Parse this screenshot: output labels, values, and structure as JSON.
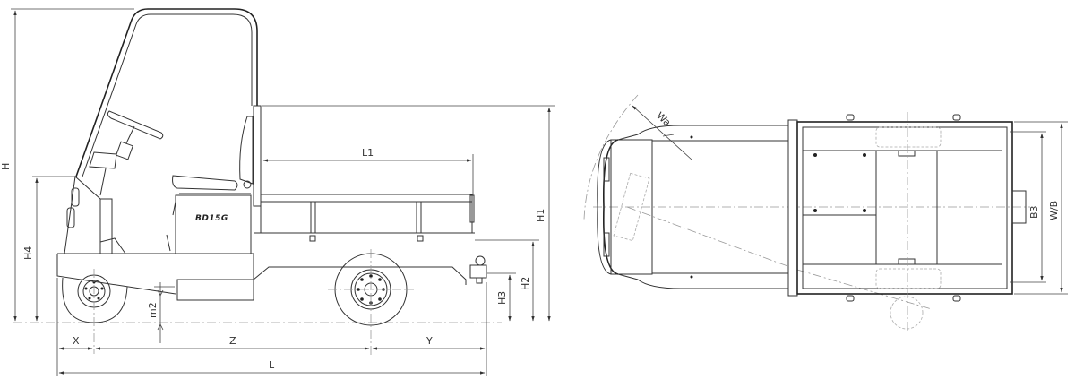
{
  "side_view": {
    "model_label": "BD15G",
    "dimensions": {
      "H": "H",
      "H1": "H1",
      "H2": "H2",
      "H3": "H3",
      "H4": "H4",
      "L": "L",
      "L1": "L1",
      "X": "X",
      "Y": "Y",
      "Z": "Z",
      "m2": "m2"
    }
  },
  "top_view": {
    "dimensions": {
      "Wa": "Wa",
      "B3": "B3",
      "WB": "W/B"
    }
  },
  "colors": {
    "line": "#333333",
    "centerline": "#999999",
    "background": "#ffffff"
  }
}
